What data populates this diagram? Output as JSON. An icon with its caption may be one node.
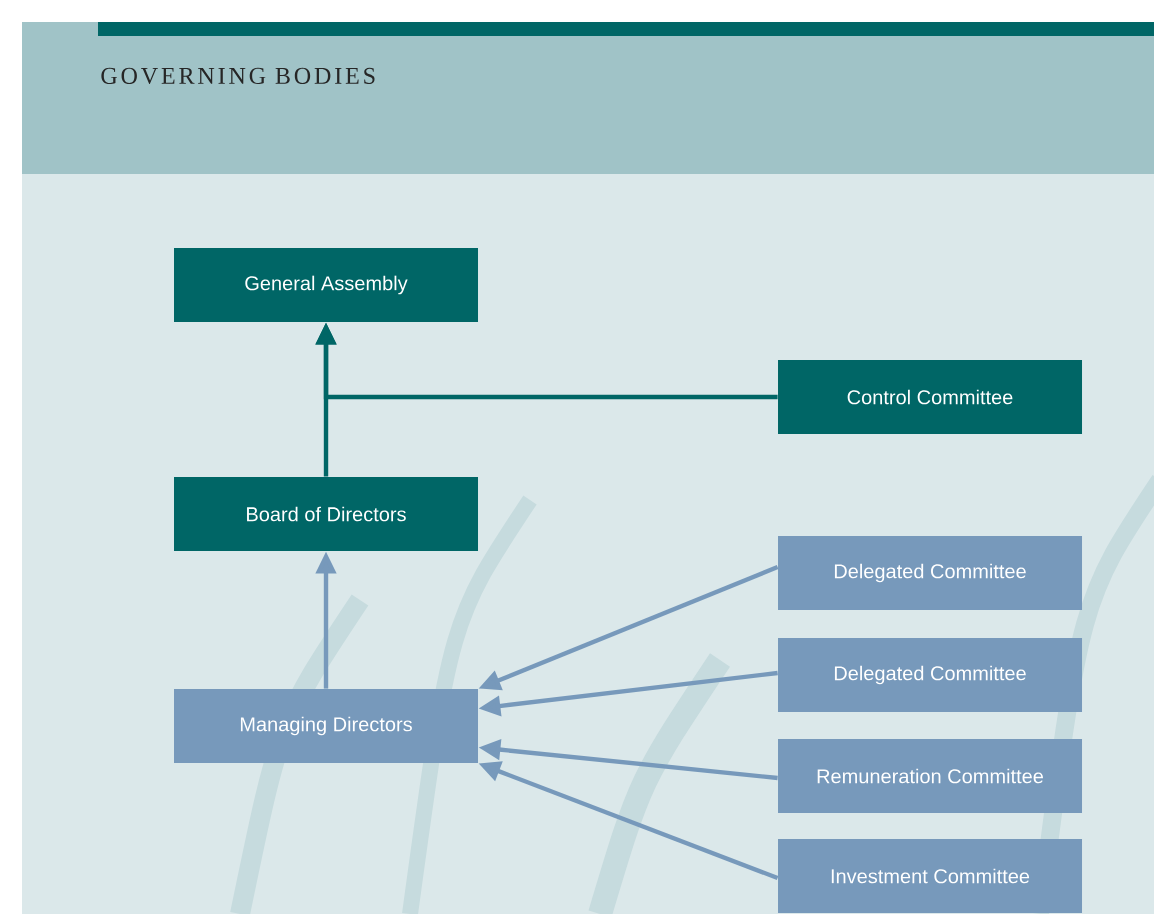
{
  "diagram": {
    "title": "GOVERNING BODIES",
    "nodes": [
      {
        "text": [
          "General Assembly"
        ]
      },
      {
        "text": [
          "Control Committee"
        ]
      },
      {
        "text": [
          "Board of Directors"
        ]
      },
      {
        "text": [
          "Delegated Committee"
        ]
      },
      {
        "text": [
          "Delegated Committee"
        ]
      },
      {
        "text": [
          "Managing Directors"
        ]
      },
      {
        "text": [
          "Remuneration Committee"
        ]
      },
      {
        "text": [
          "Investment Committee"
        ]
      }
    ],
    "edges": [
      {
        "from": 2,
        "to": 0,
        "arrow": "to",
        "color": "#006666"
      },
      {
        "from": 1,
        "to": 0,
        "arrow": "to",
        "color": "#006666"
      },
      {
        "from": 5,
        "to": 2,
        "arrow": "to"
      },
      {
        "from": 3,
        "to": 5,
        "arrow": "to"
      },
      {
        "from": 4,
        "to": 5,
        "arrow": "to"
      },
      {
        "from": 6,
        "to": 5,
        "arrow": "to"
      },
      {
        "from": 7,
        "to": 5,
        "arrow": "to"
      }
    ]
  }
}
